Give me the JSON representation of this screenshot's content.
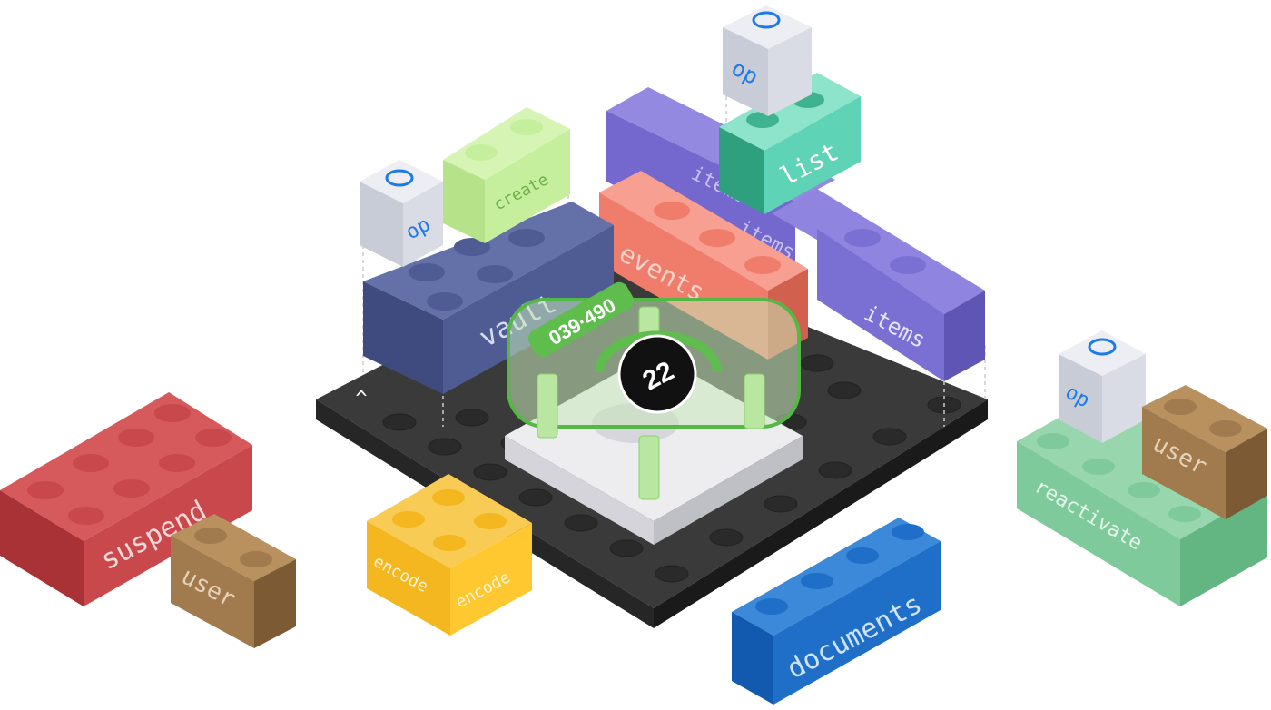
{
  "colors": {
    "background": "#ffffff",
    "baseplate": "#2b2b2b",
    "vault": "#4f5b93",
    "create": "#c5ef9d",
    "op": "#d9dce4",
    "items": "#7a70d4",
    "events": "#f07d6c",
    "list": "#5fd3b5",
    "suspend": "#c8484b",
    "user": "#a17a4d",
    "encode": "#f4b71f",
    "documents": "#1f6fc8",
    "reactivate": "#7fca9a",
    "device_ring": "#5fbd4d",
    "op_ring": "#1e7ae6"
  },
  "icons": {
    "op_ring": "circle-outline-icon",
    "chevron": "chevron-up-icon"
  },
  "bricks": {
    "vault": "vault",
    "create": "create",
    "op_left": "op",
    "op_top": "op",
    "op_right": "op",
    "items_back": "items",
    "items_mid": "items",
    "items_right": "items",
    "events": "events",
    "list": "list",
    "suspend": "suspend",
    "user_left": "user",
    "user_right": "user",
    "encode_left": "encode",
    "encode_right": "encode",
    "documents": "documents",
    "reactivate": "reactivate"
  },
  "device": {
    "code": "039·490",
    "badge": "22"
  }
}
